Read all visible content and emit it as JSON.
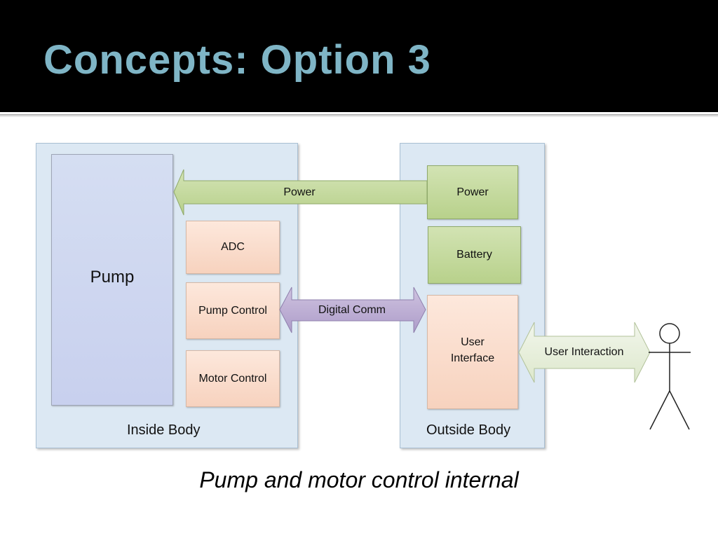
{
  "slide": {
    "title": "Concepts: Option 3",
    "caption": "Pump and motor control internal"
  },
  "diagram": {
    "inside_body": {
      "label": "Inside Body",
      "pump": "Pump",
      "adc": "ADC",
      "pump_control": "Pump Control",
      "motor_control": "Motor Control"
    },
    "outside_body": {
      "label": "Outside Body",
      "power": "Power",
      "battery": "Battery",
      "user_interface": "User\nInterface"
    },
    "arrows": {
      "power": "Power",
      "digital_comm": "Digital Comm",
      "user_interaction": "User Interaction"
    }
  },
  "colors": {
    "title": "#7fb5c6",
    "panel": "#dce8f3",
    "peach_box": "#f7d2be",
    "green_box": "#b8d18b",
    "pump_box": "#c8d0ee",
    "digital_comm_arrow": "#b8a8cf",
    "user_interaction_arrow": "#e6eed8"
  },
  "icons": {
    "user": "stick-figure-icon"
  }
}
